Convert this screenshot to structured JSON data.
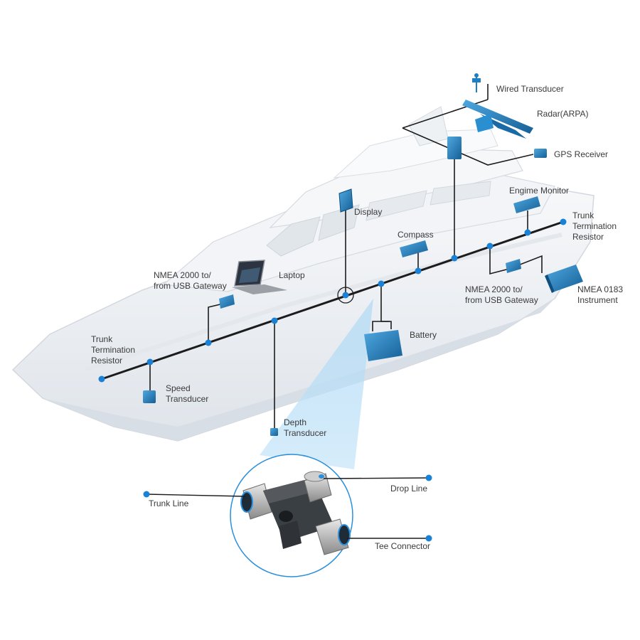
{
  "colors": {
    "background": "#ffffff",
    "trunk_line": "#1c1c1c",
    "node": "#1a82d6",
    "device_blue": "#1e7fc2",
    "boat_hull": "#eef1f4",
    "zoom_cone": "#bfe1f7",
    "text": "#3a3a3a"
  },
  "labels": {
    "wired_transducer": "Wired Transducer",
    "radar": "Radar(ARPA)",
    "gps_receiver": "GPS Receiver",
    "engine_monitor": "Engime Monitor",
    "trunk_termination_right": "Trunk\nTermination\nResistor",
    "display": "Display",
    "compass": "Compass",
    "laptop": "Laptop",
    "usb_gateway_left": "NMEA 2000 to/\nfrom USB Gateway",
    "usb_gateway_right": "NMEA 2000 to/\nfrom USB Gateway",
    "nmea0183_instrument": "NMEA 0183\nInstrument",
    "battery": "Battery",
    "trunk_termination_left": "Trunk\nTermination\nResistor",
    "speed_transducer": "Speed\nTransducer",
    "depth_transducer": "Depth\nTransducer",
    "trunk_line": "Trunk Line",
    "drop_line": "Drop Line",
    "tee_connector": "Tee Connector"
  },
  "icons": {
    "boat": "yacht-illustration",
    "connector": "tee-connector-icon",
    "devices": [
      "wired-transducer-icon",
      "radar-icon",
      "gps-receiver-icon",
      "engine-monitor-icon",
      "display-icon",
      "compass-icon",
      "laptop-icon",
      "usb-gateway-icon",
      "nmea0183-instrument-icon",
      "battery-icon",
      "speed-transducer-icon",
      "depth-transducer-icon"
    ]
  }
}
